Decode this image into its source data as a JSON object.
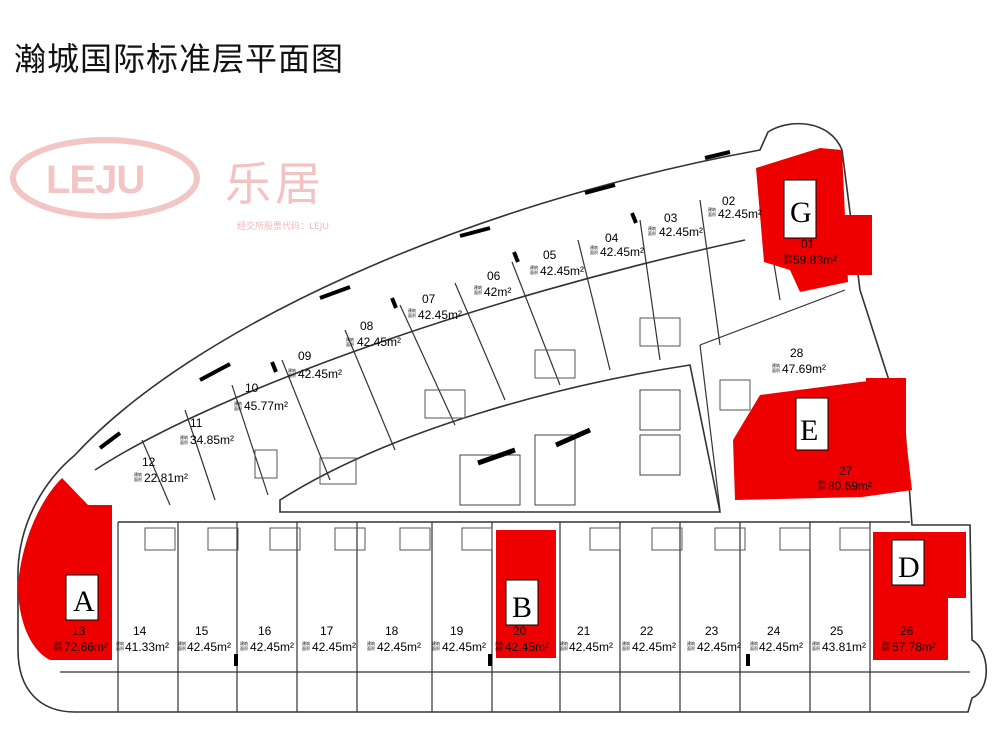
{
  "title": "瀚城国际标准层平面图",
  "watermark": {
    "logo_text": "LEJU",
    "brand": "乐居",
    "sub": "经交所股票代码：LEJU",
    "color": "#f3bcbc"
  },
  "colors": {
    "highlight": "#ee0000",
    "wall": "#333333",
    "window": "#000000"
  },
  "unit_labels": {
    "line1": "建筑",
    "line2": "面积"
  },
  "rooms": [
    {
      "id": "01",
      "area": "59.83m²",
      "highlighted": true
    },
    {
      "id": "02",
      "area": "42.45m²",
      "highlighted": false
    },
    {
      "id": "03",
      "area": "42.45m²",
      "highlighted": false
    },
    {
      "id": "04",
      "area": "42.45m²",
      "highlighted": false
    },
    {
      "id": "05",
      "area": "42.45m²",
      "highlighted": false
    },
    {
      "id": "06",
      "area": "42m²",
      "highlighted": false
    },
    {
      "id": "07",
      "area": "42.45m²",
      "highlighted": false
    },
    {
      "id": "08",
      "area": "42.45m²",
      "highlighted": false
    },
    {
      "id": "09",
      "area": "42.45m²",
      "highlighted": false
    },
    {
      "id": "10",
      "area": "45.77m²",
      "highlighted": false
    },
    {
      "id": "11",
      "area": "34.85m²",
      "highlighted": false
    },
    {
      "id": "12",
      "area": "22.81m²",
      "highlighted": false
    },
    {
      "id": "13",
      "area": "72.66m²",
      "highlighted": true
    },
    {
      "id": "14",
      "area": "41.33m²",
      "highlighted": false
    },
    {
      "id": "15",
      "area": "42.45m²",
      "highlighted": false
    },
    {
      "id": "16",
      "area": "42.45m²",
      "highlighted": false
    },
    {
      "id": "17",
      "area": "42.45m²",
      "highlighted": false
    },
    {
      "id": "18",
      "area": "42.45m²",
      "highlighted": false
    },
    {
      "id": "19",
      "area": "42.45m²",
      "highlighted": false
    },
    {
      "id": "20",
      "area": "42.45m²",
      "highlighted": true
    },
    {
      "id": "21",
      "area": "42.45m²",
      "highlighted": false
    },
    {
      "id": "22",
      "area": "42.45m²",
      "highlighted": false
    },
    {
      "id": "23",
      "area": "42.45m²",
      "highlighted": false
    },
    {
      "id": "24",
      "area": "42.45m²",
      "highlighted": false
    },
    {
      "id": "25",
      "area": "43.81m²",
      "highlighted": false
    },
    {
      "id": "26",
      "area": "57.78m²",
      "highlighted": true
    },
    {
      "id": "27",
      "area": "80.69m²",
      "highlighted": true
    },
    {
      "id": "28",
      "area": "47.69m²",
      "highlighted": false
    }
  ],
  "type_markers": [
    "A",
    "B",
    "D",
    "E",
    "G"
  ]
}
